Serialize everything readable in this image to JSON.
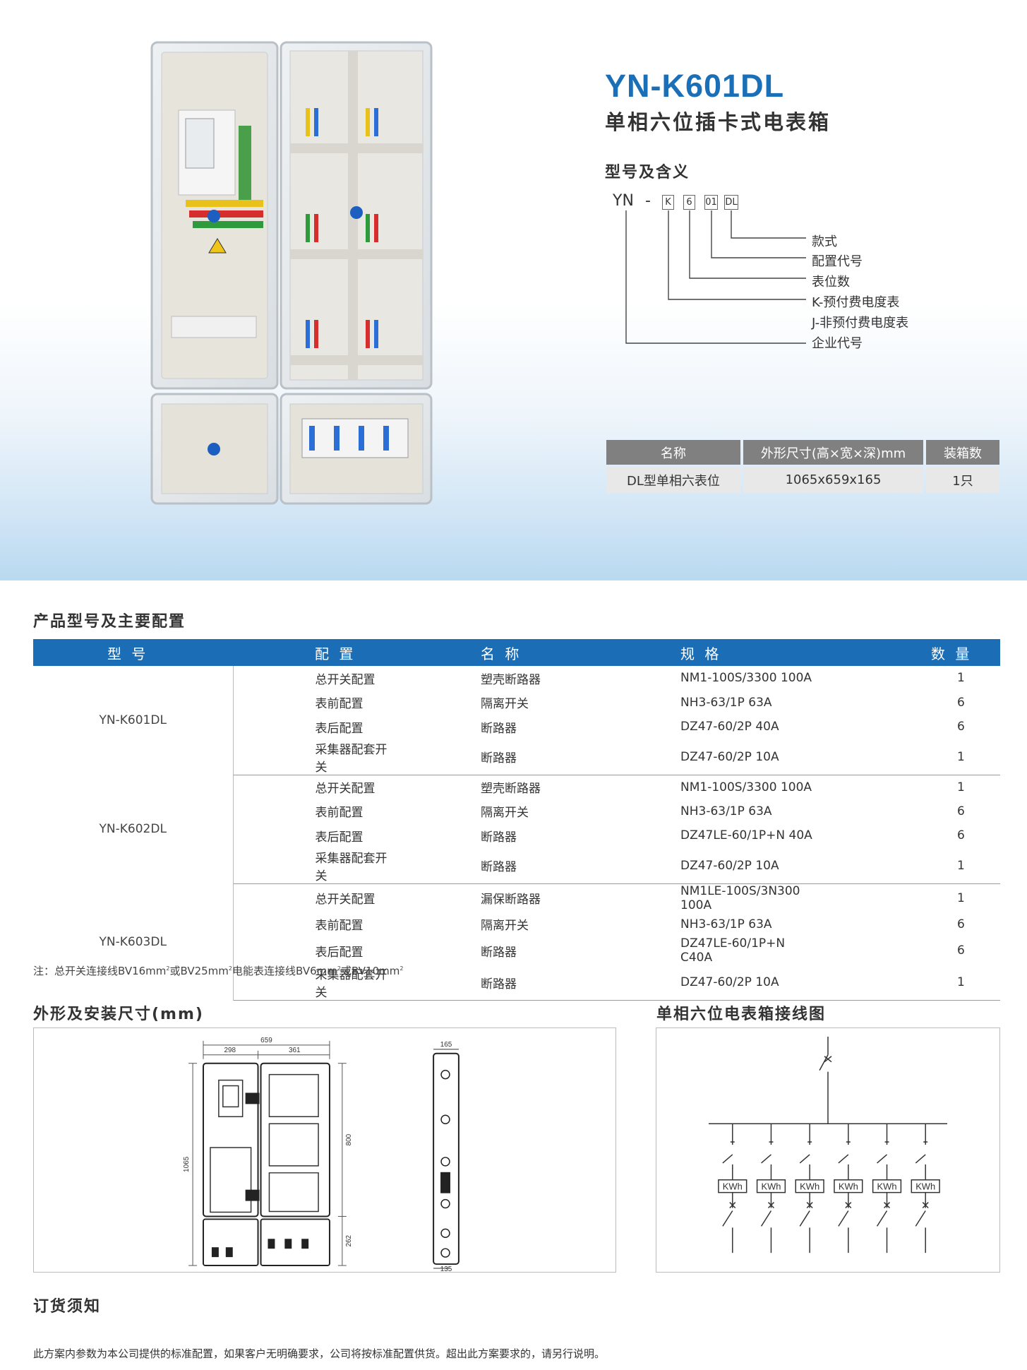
{
  "product": {
    "model": "YN-K601DL",
    "name": "单相六位插卡式电表箱"
  },
  "meaning": {
    "title": "型号及含义",
    "code_prefix": "YN",
    "code_dash": "-",
    "code_parts": [
      "K",
      "6",
      "01",
      "DL"
    ],
    "legend": [
      "款式",
      "配置代号",
      "表位数",
      "K-预付费电度表",
      "J-非预付费电度表",
      "企业代号"
    ]
  },
  "spec_table": {
    "headers": [
      "名称",
      "外形尺寸(高×宽×深)mm",
      "装箱数"
    ],
    "row": [
      "DL型单相六表位",
      "1065x659x165",
      "1只"
    ]
  },
  "config": {
    "title": "产品型号及主要配置",
    "headers": [
      "型 号",
      "配 置",
      "名 称",
      "规 格",
      "数 量"
    ],
    "groups": [
      {
        "model": "YN-K601DL",
        "rows": [
          [
            "总开关配置",
            "塑壳断路器",
            "NM1-100S/3300 100A",
            "1"
          ],
          [
            "表前配置",
            "隔离开关",
            "NH3-63/1P 63A",
            "6"
          ],
          [
            "表后配置",
            "断路器",
            "DZ47-60/2P  40A",
            "6"
          ],
          [
            "采集器配套开关",
            "断路器",
            "DZ47-60/2P  10A",
            "1"
          ]
        ]
      },
      {
        "model": "YN-K602DL",
        "rows": [
          [
            "总开关配置",
            "塑壳断路器",
            "NM1-100S/3300 100A",
            "1"
          ],
          [
            "表前配置",
            "隔离开关",
            "NH3-63/1P 63A",
            "6"
          ],
          [
            "表后配置",
            "断路器",
            "DZ47LE-60/1P+N  40A",
            "6"
          ],
          [
            "采集器配套开关",
            "断路器",
            "DZ47-60/2P  10A",
            "1"
          ]
        ]
      },
      {
        "model": "YN-K603DL",
        "rows": [
          [
            "总开关配置",
            "漏保断路器",
            "NM1LE-100S/3N300 100A",
            "1"
          ],
          [
            "表前配置",
            "隔离开关",
            "NH3-63/1P 63A",
            "6"
          ],
          [
            "表后配置",
            "断路器",
            "DZ47LE-60/1P+N  C40A",
            "6"
          ],
          [
            "采集器配套开关",
            "断路器",
            "DZ47-60/2P  10A",
            "1"
          ]
        ]
      }
    ],
    "note_parts": [
      "注：总开关连接线BV16mm",
      "2",
      "或BV25mm",
      "2",
      "电能表连接线BV6mm",
      "2",
      "或BV10mm",
      "2"
    ]
  },
  "dimensions": {
    "title": "外形及安装尺寸(mm)",
    "labels": [
      "659",
      "298",
      "361",
      "1065",
      "800",
      "262",
      "165",
      "135"
    ]
  },
  "wiring": {
    "title": "单相六位电表箱接线图",
    "meter_label": "KWh",
    "meter_count": 6
  },
  "order": {
    "title": "订货须知",
    "text": "此方案内参数为本公司提供的标准配置，如果客户无明确要求，公司将按标准配置供货。超出此方案要求的，请另行说明。"
  }
}
